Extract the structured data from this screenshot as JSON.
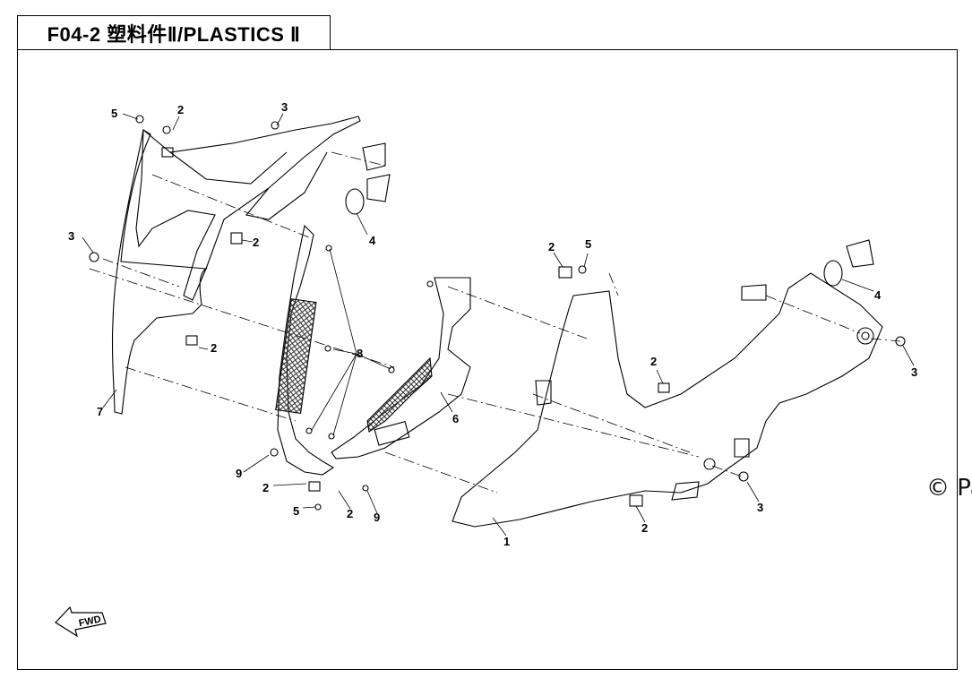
{
  "title": "F04-2  塑料件Ⅱ/PLASTICS Ⅱ",
  "fwd_label": "FWD",
  "watermark": "© Pa",
  "colors": {
    "line": "#000000",
    "background": "#ffffff",
    "mesh": "#333333"
  },
  "callouts": [
    "5",
    "2",
    "3",
    "4",
    "3",
    "2",
    "2",
    "7",
    "8",
    "6",
    "9",
    "2",
    "5",
    "2",
    "9",
    "2",
    "5",
    "4",
    "2",
    "3",
    "3",
    "2",
    "1"
  ],
  "icons": [
    "fwd-arrow-icon"
  ]
}
